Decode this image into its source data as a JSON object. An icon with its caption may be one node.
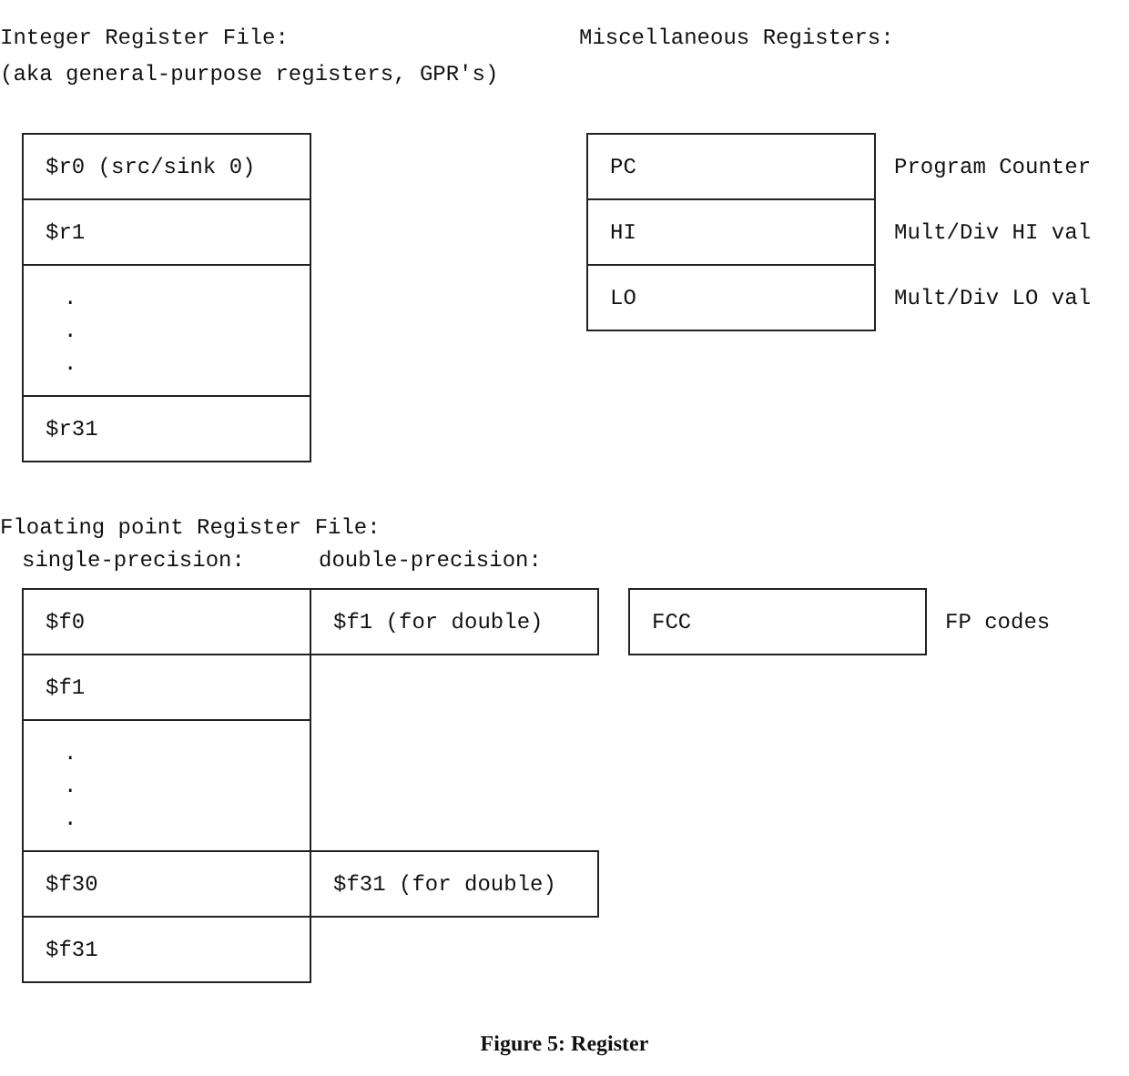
{
  "diagram": {
    "caption": "Figure 5: Register",
    "nodes": [
      {
        "text": [
          "$r0 (src/sink 0)"
        ]
      },
      {
        "text": [
          "$r1"
        ]
      },
      {
        "text": [
          ".",
          ".",
          "."
        ]
      },
      {
        "text": [
          "$r31"
        ]
      },
      {
        "text": [
          "PC"
        ],
        "beside": [
          "Program Counter"
        ]
      },
      {
        "text": [
          "HI"
        ],
        "beside": [
          "Mult/Div HI val"
        ]
      },
      {
        "text": [
          "LO"
        ],
        "beside": [
          "Mult/Div LO val"
        ]
      },
      {
        "text": [
          "$f0"
        ]
      },
      {
        "text": [
          "$f1 (for double)"
        ]
      },
      {
        "text": [
          "$f1"
        ]
      },
      {
        "text": [
          ".",
          ".",
          "."
        ]
      },
      {
        "text": [
          "$f30"
        ]
      },
      {
        "text": [
          "$f31 (for double)"
        ]
      },
      {
        "text": [
          "$f31"
        ]
      },
      {
        "text": [
          "FCC"
        ],
        "beside": [
          "FP codes"
        ]
      }
    ],
    "labels": [
      "Integer Register File:",
      "(aka general-purpose registers, GPR's)",
      "Miscellaneous Registers:",
      "Floating point Register File:",
      "single-precision:",
      "double-precision:"
    ]
  }
}
